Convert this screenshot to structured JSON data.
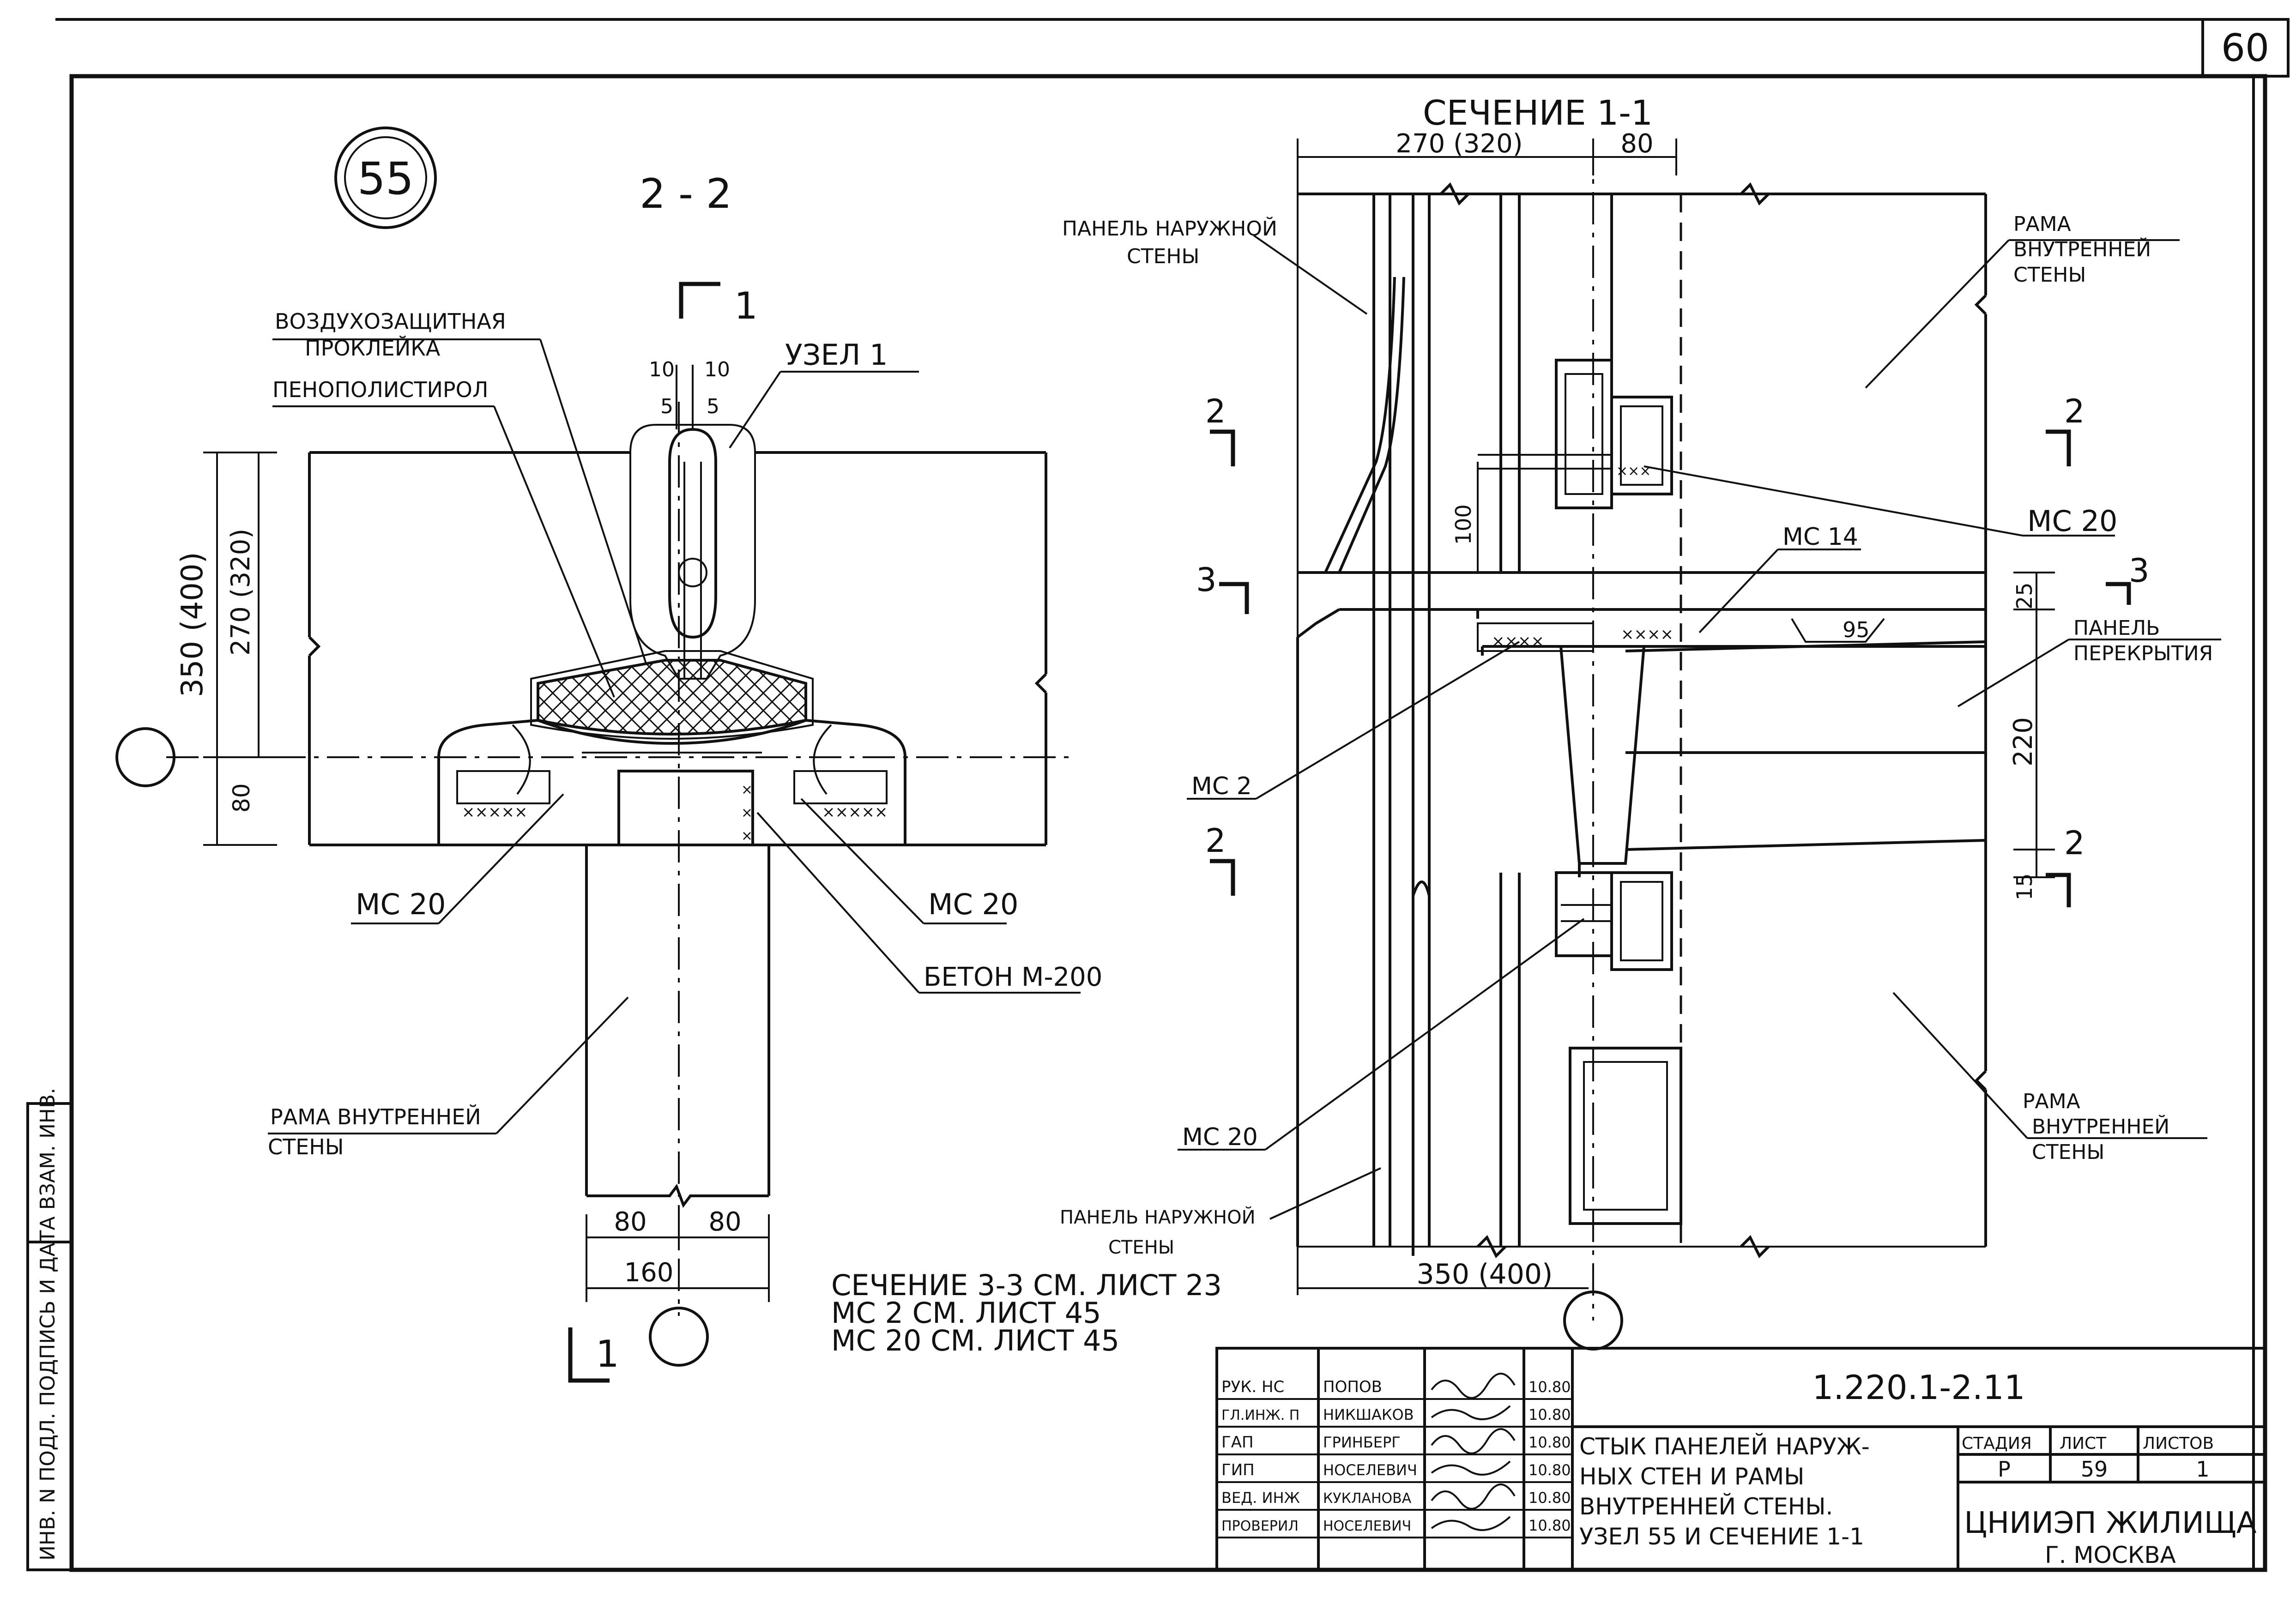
{
  "sheet_number": "60",
  "node_number": "55",
  "left_view": {
    "section_title": "2 - 2",
    "cut_mark_top": "1",
    "cut_mark_bottom": "1",
    "labels": {
      "air_seal": "ВОЗДУХОЗАЩИТНАЯ",
      "air_seal_2": "ПРОКЛЕЙКА",
      "foam": "ПЕНОПОЛИСТИРОЛ",
      "node": "УЗЕЛ 1",
      "mc20_left": "МС 20",
      "mc20_right": "МС 20",
      "concrete": "БЕТОН М-200",
      "frame": "РАМА ВНУТРЕННЕЙ",
      "frame_2": "СТЕНЫ"
    },
    "dims": {
      "total_h": "350 (400)",
      "mid_h": "270 (320)",
      "low_h": "80",
      "gap_a": "10",
      "gap_b": "10",
      "gap_c": "5",
      "gap_d": "5",
      "w_left": "80",
      "w_right": "80",
      "w_total": "160"
    },
    "notes": [
      "СЕЧЕНИЕ 3-3 СМ. ЛИСТ 23",
      "МС 2 СМ. ЛИСТ 45",
      "МС 20 СМ. ЛИСТ 45"
    ]
  },
  "right_view": {
    "section_title": "СЕЧЕНИЕ 1-1",
    "labels": {
      "outer_panel_top": "ПАНЕЛЬ НАРУЖНОЙ",
      "outer_panel_top_2": "СТЕНЫ",
      "frame_top": "РАМА",
      "frame_top_2": "ВНУТРЕННЕЙ",
      "frame_top_3": "СТЕНЫ",
      "mc20_top": "МС 20",
      "mc14": "МС 14",
      "floor_panel": "ПАНЕЛЬ",
      "floor_panel_2": "ПЕРЕКРЫТИЯ",
      "mc2": "МС 2",
      "mc20_bottom": "МС 20",
      "frame_bottom": "РАМА",
      "frame_bottom_2": "ВНУТРЕННЕЙ",
      "frame_bottom_3": "СТЕНЫ",
      "outer_panel_bottom": "ПАНЕЛЬ НАРУЖНОЙ",
      "outer_panel_bottom_2": "СТЕНЫ"
    },
    "cut_marks": [
      "2",
      "2",
      "3",
      "3",
      "2",
      "2"
    ],
    "dims": {
      "top_w": "270 (320)",
      "top_w2": "80",
      "h100": "100",
      "h25": "25",
      "h220": "220",
      "h15": "15",
      "bottom_w": "350 (400)",
      "slab_mark": "95"
    }
  },
  "title_block": {
    "code": "1.220.1-2.11",
    "roles": [
      "РУК. НС",
      "ГЛ.ИНЖ. П",
      "ГАП",
      "ГИП",
      "ВЕД. ИНЖ",
      "ПРОВЕРИЛ"
    ],
    "names": [
      "ПОПОВ",
      "НИКШАКОВ",
      "ГРИНБЕРГ",
      "НОСЕЛЕВИЧ",
      "КУКЛАНОВА",
      "НОСЕЛЕВИЧ"
    ],
    "dates": [
      "10.80",
      "10.80",
      "10.80",
      "10.80",
      "10.80",
      "10.80"
    ],
    "description": [
      "СТЫК ПАНЕЛЕЙ НАРУЖ-",
      "НЫХ СТЕН И РАМЫ",
      "ВНУТРЕННЕЙ СТЕНЫ.",
      "УЗЕЛ 55 И СЕЧЕНИЕ 1-1"
    ],
    "stage_header": "СТАДИЯ",
    "sheet_header": "ЛИСТ",
    "sheets_header": "ЛИСТОВ",
    "stage": "Р",
    "sheet": "59",
    "sheets": "1",
    "org": "ЦНИИЭП ЖИЛИЩА",
    "city": "Г. МОСКВА"
  },
  "side_stamp": "ИНВ. N ПОДЛ. ПОДПИСЬ И ДАТА ВЗАМ. ИНВ."
}
